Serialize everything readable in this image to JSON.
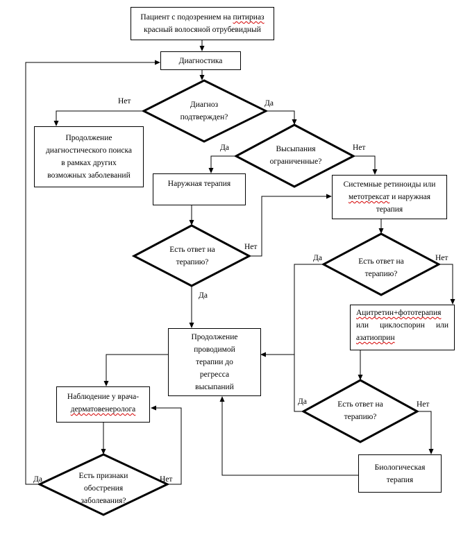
{
  "nodes": {
    "start": {
      "text_pre": "Пациент с подозрением на ",
      "text_wavy": "питириаз",
      "text_post": " красный волосяной отрубевидный"
    },
    "diagnostics": {
      "text": "Диагностика"
    },
    "diagnosis_confirmed": {
      "text": "Диагноз подтвержден?"
    },
    "continue_search": {
      "text": "Продолжение диагностического поиска в рамках других возможных заболеваний"
    },
    "limited_rash": {
      "text": "Высыпания ограниченные?"
    },
    "topical_therapy": {
      "text": "Наружная терапия"
    },
    "systemic_therapy": {
      "text_pre": "Системные ретиноиды или ",
      "text_wavy": "метотрексат",
      "text_post": " и наружная терапия"
    },
    "response_topical": {
      "text": "Есть ответ на терапию?"
    },
    "response_systemic": {
      "text": "Есть ответ на терапию?"
    },
    "acitretin": {
      "line1_wavy": "Ацитретин+фототерапия",
      "line2": "или циклоспорин или",
      "line3_wavy": "азатиоприн"
    },
    "continue_therapy": {
      "text": "Продолжение проводимой терапии до регресса высыпаний"
    },
    "observation": {
      "line1": "Наблюдение у врача-",
      "line2_wavy": "дерматовенеролога"
    },
    "response_acitretin": {
      "text": "Есть ответ на терапию?"
    },
    "biologic": {
      "text": "Биологическая терапия"
    },
    "exacerbation": {
      "text": "Есть признаки обострения заболевания?"
    }
  },
  "labels": {
    "diag_no": "Нет",
    "diag_yes": "Да",
    "limited_yes": "Да",
    "limited_no": "Нет",
    "resp_topical_no": "Нет",
    "resp_topical_yes": "Да",
    "resp_systemic_yes": "Да",
    "resp_systemic_no": "Нет",
    "resp_acitretin_yes": "Да",
    "resp_acitretin_no": "Нет",
    "exacerb_yes": "Да",
    "exacerb_no": "Нет"
  }
}
